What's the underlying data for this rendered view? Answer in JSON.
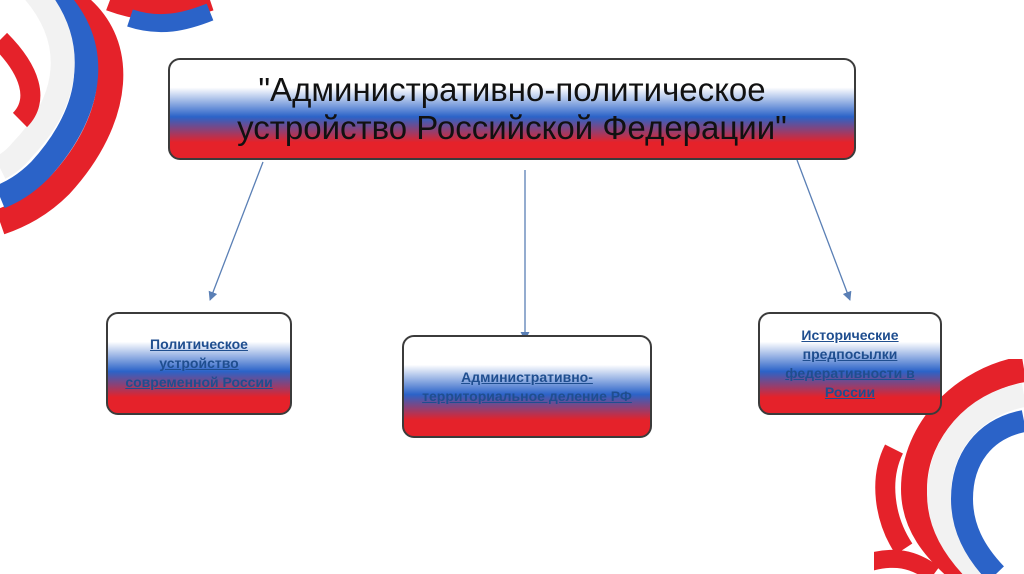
{
  "title": "\"Административно-политическое устройство Российской Федерации\"",
  "children": [
    {
      "label": "Политическое устройство современной России"
    },
    {
      "label": "Административно-территориальное деление РФ"
    },
    {
      "label": "Исторические предпосылки федеративности в России"
    }
  ],
  "colors": {
    "white": "#ffffff",
    "blue": "#2b63c8",
    "red": "#e5222a",
    "link": "#1f4e8f",
    "arrow": "#5a7fb5"
  }
}
